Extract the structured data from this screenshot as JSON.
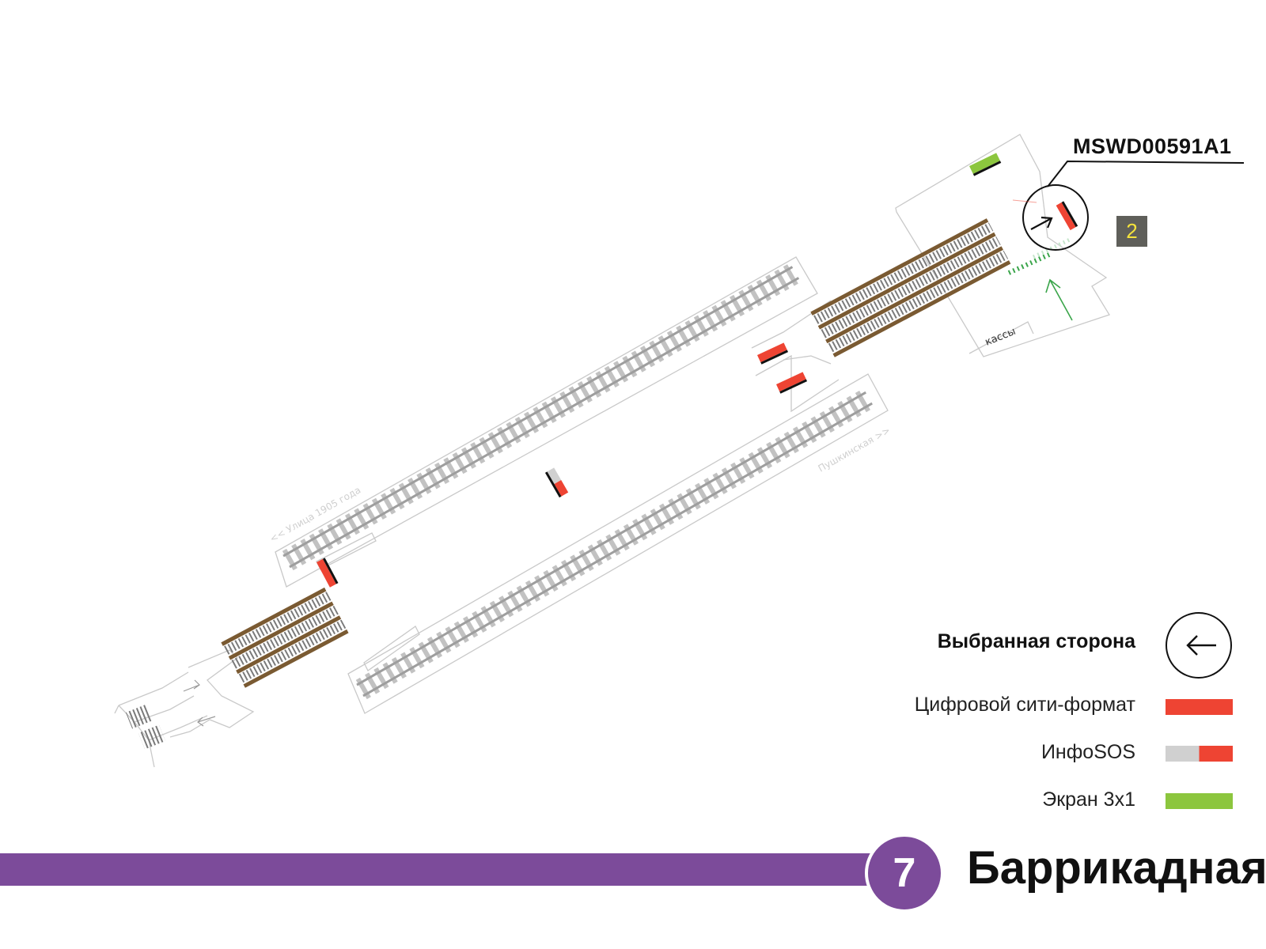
{
  "placement_code": "MSWD00591A1",
  "exit_number": "2",
  "map_labels": {
    "kassy": "кассы",
    "direction_left": "<< Улица 1905 года",
    "direction_right": "Пушкинская >>"
  },
  "legend": {
    "selected_side": "Выбранная сторона",
    "digital_city_format": "Цифровой сити-формат",
    "infosos": "ИнфоSOS",
    "screen_3x1": "Экран 3х1"
  },
  "line": {
    "number": "7",
    "color": "#7c4b9a"
  },
  "station": {
    "name": "Баррикадная"
  },
  "colors": {
    "digital_city_format": "#ee4433",
    "infosos_left": "#d0d0d0",
    "infosos_right": "#ee4433",
    "screen_3x1": "#8cc63e",
    "escalator": "#7a5a32",
    "rails": "#bcbcbc",
    "walls": "#c7c7c7",
    "exit_badge_bg": "#5f5f5a",
    "exit_badge_text": "#f5e33c"
  },
  "icons": {
    "selected_side": "arrow-left-in-circle-icon",
    "target_marker": "arrow-right-in-circle-icon"
  }
}
